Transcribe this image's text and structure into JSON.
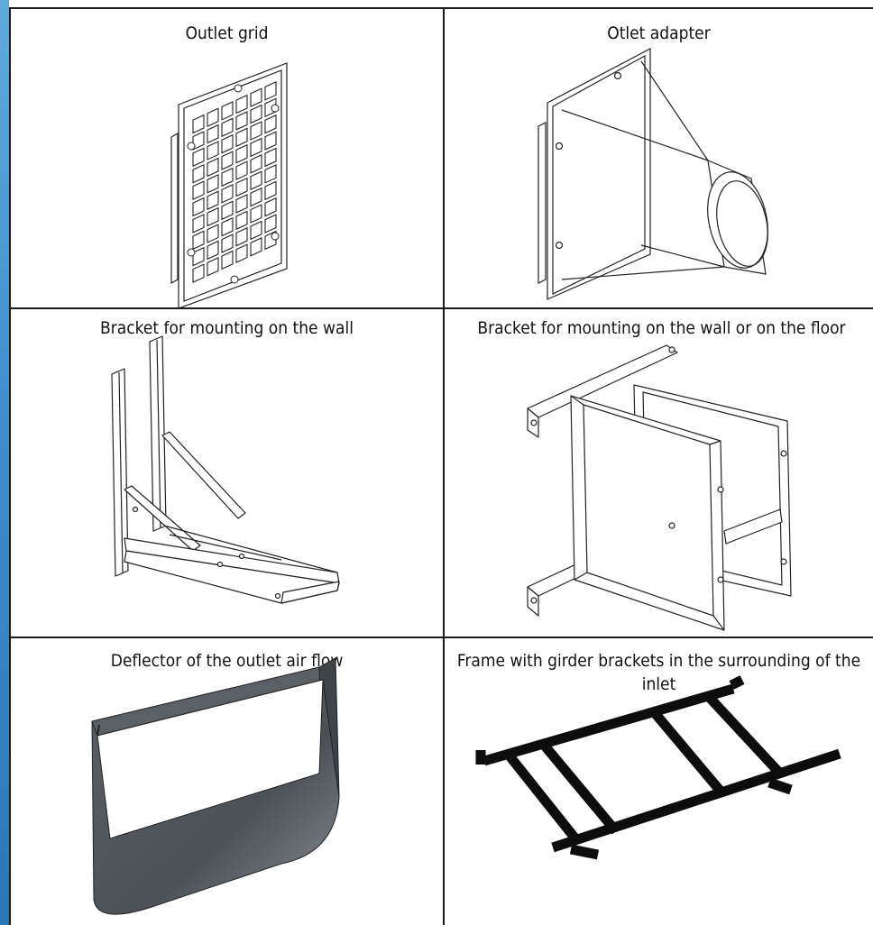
{
  "cells": [
    {
      "title": "Outlet grid",
      "icon": "outlet-grid-drawing"
    },
    {
      "title": "Otlet adapter",
      "icon": "outlet-adapter-drawing"
    },
    {
      "title": "Bracket for mounting on the wall",
      "icon": "wall-bracket-drawing"
    },
    {
      "title": "Bracket for mounting on the wall or on the floor",
      "icon": "wall-floor-bracket-drawing"
    },
    {
      "title": "Deflector of the outlet air flow",
      "icon": "deflector-drawing"
    },
    {
      "title": "Frame with girder brackets in the surrounding of the inlet",
      "icon": "girder-frame-drawing"
    }
  ],
  "colors": {
    "accent_bar": "#3b8ccb",
    "lines": "#1a1a1a",
    "deflector": "#555a60"
  }
}
